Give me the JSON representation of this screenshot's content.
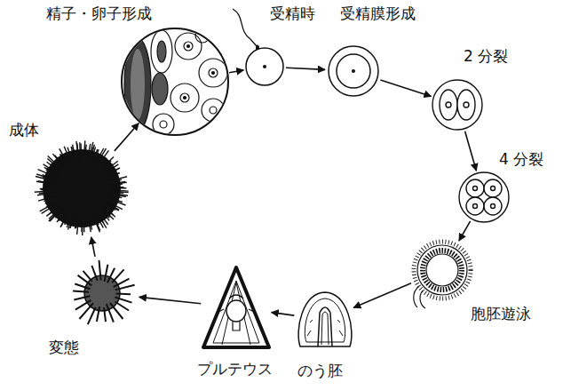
{
  "diagram": {
    "nodes": [
      {
        "text": [
          "精子・卵子形成"
        ]
      },
      {
        "text": [
          "受精時"
        ]
      },
      {
        "text": [
          "受精膜形成"
        ]
      },
      {
        "text": [
          "2 分裂"
        ]
      },
      {
        "text": [
          "4 分裂"
        ]
      },
      {
        "text": [
          "胞胚遊泳"
        ]
      },
      {
        "text": [
          "のう胚"
        ]
      },
      {
        "text": [
          "プルテウス"
        ]
      },
      {
        "text": [
          "変態"
        ]
      },
      {
        "text": [
          "成体"
        ]
      }
    ],
    "edges": [
      {
        "from": 0,
        "to": 1,
        "arrow": "to"
      },
      {
        "from": 1,
        "to": 2,
        "arrow": "to"
      },
      {
        "from": 2,
        "to": 3,
        "arrow": "to"
      },
      {
        "from": 3,
        "to": 4,
        "arrow": "to"
      },
      {
        "from": 4,
        "to": 5,
        "arrow": "to"
      },
      {
        "from": 5,
        "to": 6,
        "arrow": "to"
      },
      {
        "from": 6,
        "to": 7,
        "arrow": "to"
      },
      {
        "from": 7,
        "to": 8,
        "arrow": "to"
      },
      {
        "from": 8,
        "to": 9,
        "arrow": "to"
      },
      {
        "from": 9,
        "to": 0,
        "arrow": "to"
      }
    ]
  }
}
